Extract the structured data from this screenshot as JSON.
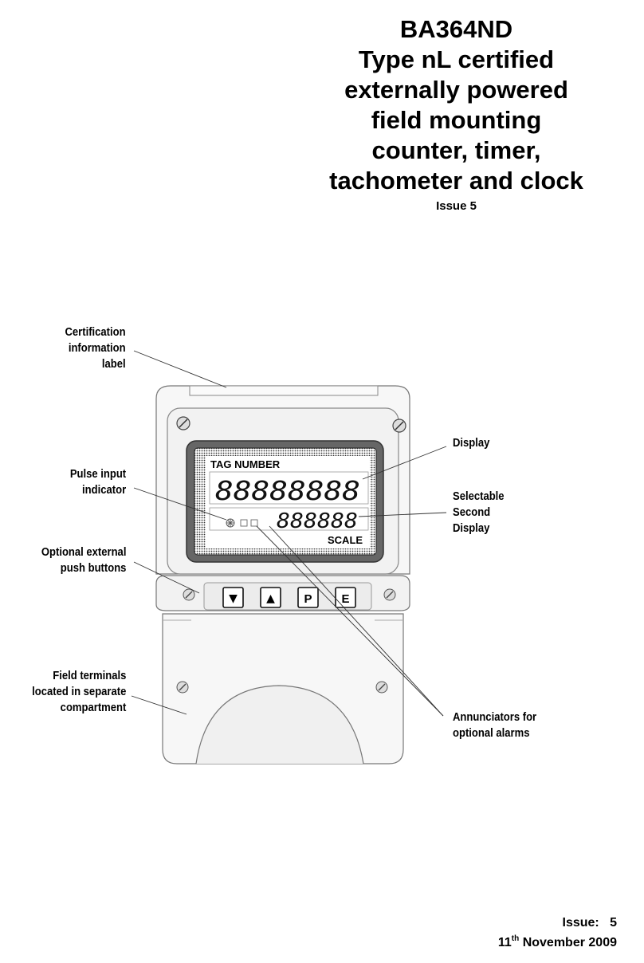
{
  "header": {
    "title_lines": [
      "BA364ND",
      "Type nL certified",
      "externally powered",
      "field mounting",
      "counter, timer,",
      "tachometer and clock"
    ],
    "issue": "Issue 5"
  },
  "display": {
    "tag_label": "TAG NUMBER",
    "main_digits": "88888888",
    "second_digits": "888888",
    "scale_label": "SCALE"
  },
  "buttons": {
    "down_symbol": "▼",
    "up_symbol": "▲",
    "p_label": "P",
    "e_label": "E"
  },
  "callouts": {
    "certification": [
      "Certification",
      "information",
      "label"
    ],
    "pulse": [
      "Pulse input",
      "indicator"
    ],
    "push_buttons": [
      "Optional external",
      "push buttons"
    ],
    "terminals": [
      "Field terminals",
      "located in separate",
      "compartment"
    ],
    "display": [
      "Display"
    ],
    "second_display": [
      "Selectable",
      "Second",
      "Display"
    ],
    "annunciators": [
      "Annunciators for",
      "optional alarms"
    ]
  },
  "footer": {
    "issue_label": "Issue:",
    "issue_number": "5",
    "date_day": "11",
    "date_suffix": "th",
    "date_rest": "November 2009"
  }
}
